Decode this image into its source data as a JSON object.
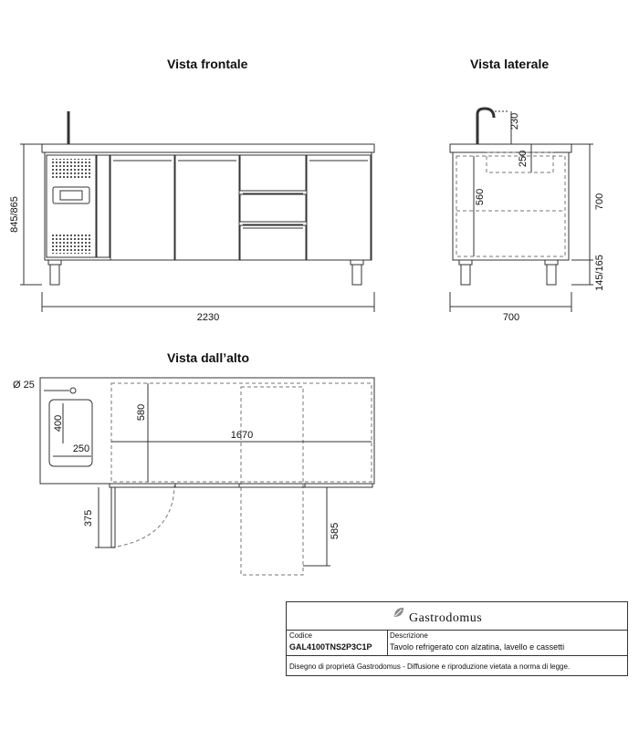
{
  "views": {
    "front_title": "Vista frontale",
    "side_title": "Vista laterale",
    "top_title": "Vista dall’alto"
  },
  "dimensions": {
    "front_height": "845/865",
    "front_width": "2230",
    "side_faucet": "230",
    "side_sink_depth": "250",
    "side_inner": "560",
    "side_body": "700",
    "side_legs": "145/165",
    "side_width": "700",
    "top_hole": "Ø 25",
    "top_sink_w": "400",
    "top_sink_d": "250",
    "top_depth": "580",
    "top_length": "1670",
    "top_door": "375",
    "top_drawer": "585"
  },
  "title_block": {
    "brand": "Gastrodomus",
    "code_label": "Codice",
    "code_value": "GAL4100TNS2P3C1P",
    "desc_label": "Descrizione",
    "desc_value": "Tavolo refrigerato con alzatina, lavello e cassetti",
    "footer": "Disegno di proprietà Gastrodomus -  Diffusione e riproduzione vietata a norma di legge."
  },
  "colors": {
    "line": "#333333",
    "hidden": "#777777"
  }
}
